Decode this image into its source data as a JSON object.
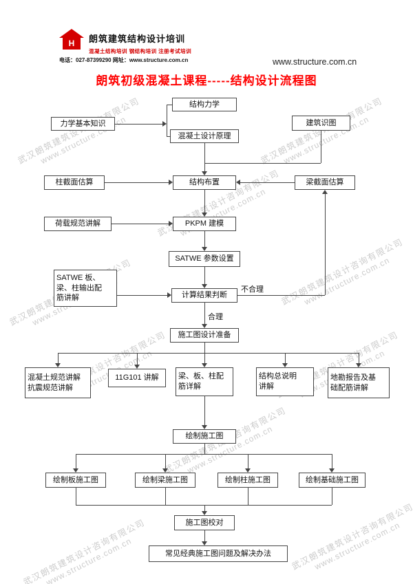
{
  "header": {
    "brand": "朗筑建筑结构设计培训",
    "tagline": "混凝土结构培训 钢结构培训 注册考试培训",
    "contact": "电话：027-87399290 网址：www.structure.com.cn",
    "logo_letter": "H",
    "website": "www.structure.com.cn"
  },
  "title": "朗筑初级混凝土课程-----结构设计流程图",
  "watermark": {
    "company": "武汉朗筑建筑设计咨询有限公司",
    "url": "www.structure.com.cn"
  },
  "colors": {
    "accent_red": "#ff0000",
    "logo_red": "#d40000",
    "line": "#444444",
    "watermark_gray": "#bfbfbf"
  },
  "flowchart": {
    "edge_labels": {
      "unreasonable": "不合理",
      "reasonable": "合理"
    },
    "nodes": {
      "structural_mechanics": "结构力学",
      "basic_mechanics": "力学基本知识",
      "concrete_design_principle": "混凝土设计原理",
      "building_drawing_reading": "建筑识图",
      "column_section_estimate": "柱截面估算",
      "structural_layout": "结构布置",
      "beam_section_estimate": "梁截面估算",
      "load_code": "荷载规范讲解",
      "pkpm_modeling": "PKPM 建模",
      "satwe_params": "SATWE 参数设置",
      "satwe_output": "SATWE 板、\n梁、柱输出配\n筋讲解",
      "result_judgment": "计算结果判断",
      "drawing_preparation": "施工图设计准备",
      "concrete_seismic_code": "混凝土规范讲解\n抗震规范讲解",
      "g101": "11G101 讲解",
      "reinforcement_detail": "梁、板、柱配\n筋详解",
      "general_notes": "结构总说明\n讲解",
      "geotech_foundation": "地勘报告及基\n础配筋讲解",
      "draw_construction": "绘制施工图",
      "draw_slab": "绘制板施工图",
      "draw_beam": "绘制梁施工图",
      "draw_column": "绘制柱施工图",
      "draw_foundation": "绘制基础施工图",
      "proofreading": "施工图校对",
      "common_problems": "常见经典施工图问题及解决办法"
    }
  }
}
